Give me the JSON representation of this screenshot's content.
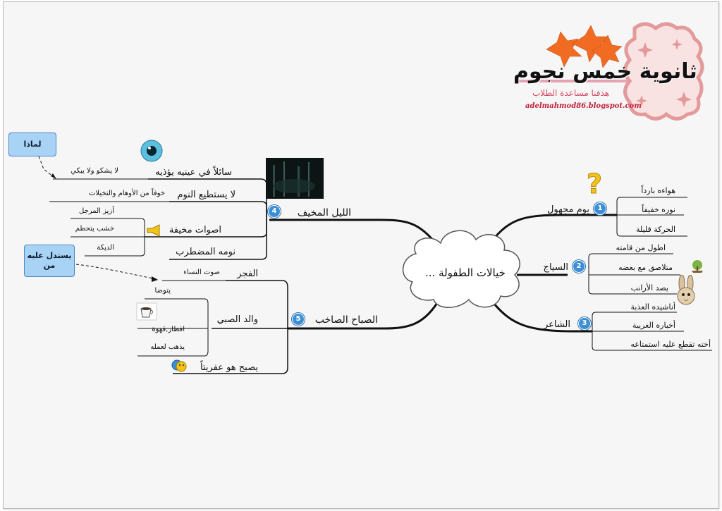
{
  "logo": {
    "title": "ثانوية خمس نجوم",
    "subtitle": "هدفنا مساعدة الطلاب",
    "url": "adelmahmod86.blogspot.com"
  },
  "center": {
    "label": "خيالات الطفولة ..."
  },
  "branches": {
    "unknown_day": {
      "badge": "1",
      "label": "يوم مجهول",
      "children": [
        "هواءه بارداً",
        "نوره خفيفاً",
        "الحركة قليلة"
      ]
    },
    "fence": {
      "badge": "2",
      "label": "السياج",
      "children": [
        "اطول من قامته",
        "متلاصق مع بعضه",
        "يصد الأرانب"
      ]
    },
    "poet": {
      "badge": "3",
      "label": "الشاعر",
      "children": [
        "أناشيده العذبة",
        "أخباره الغريبة",
        "أخته تقطع عليه استمتاعه"
      ]
    },
    "scary_night": {
      "badge": "4",
      "label": "الليل المخيف",
      "items": {
        "flowing": "سائلاً في عينيه يؤذيه",
        "flowing_child": "لا يشكو ولا يبكي",
        "cant_sleep": "لا يستطيع النوم",
        "cant_sleep_child": "خوفاً من الأوهام والتخيلات",
        "scary_sounds": "اصوات مخيفة",
        "sounds_children": [
          "أزيز المرجل",
          "خشب يتحطم",
          "الديكة"
        ],
        "troubled_sleep": "نومه المضطرب"
      }
    },
    "noisy_morning": {
      "badge": "5",
      "label": "الصباح الصاخب",
      "items": {
        "dawn": "الفجر",
        "dawn_child": "صوت النساء",
        "father": "والد الصبي",
        "father_children": [
          "يتوضا",
          "افطار,قهوة",
          "يذهب لعمله"
        ],
        "becomes_genie": "يصبح هو عفريتاً"
      }
    }
  },
  "callouts": {
    "why": "لماذا",
    "inferred": "يستدل عليه من"
  }
}
